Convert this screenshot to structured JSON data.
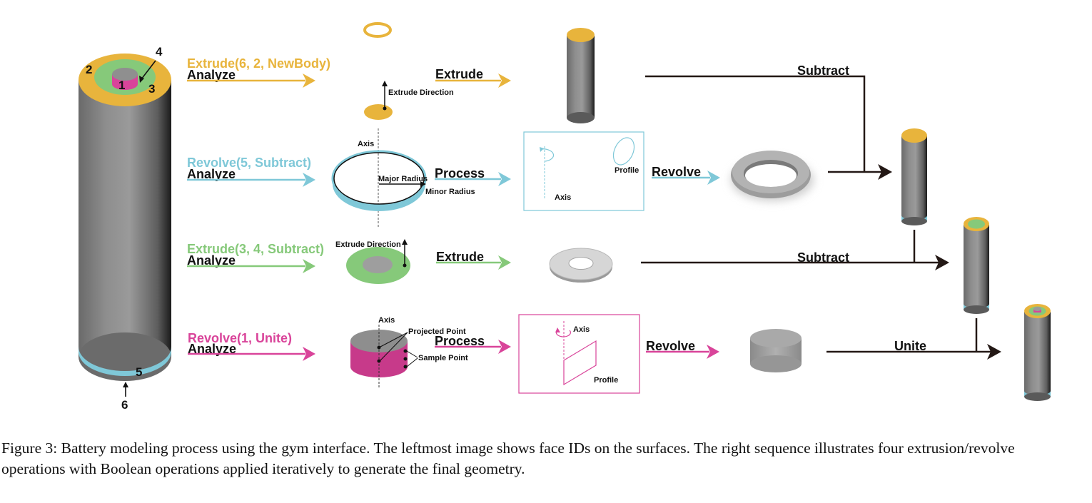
{
  "figure": {
    "face_ids": [
      "1",
      "2",
      "3",
      "4",
      "5",
      "6"
    ],
    "rows": [
      {
        "operation": "Extrude(6, 2, NewBody)",
        "analyze": "Analyze",
        "color": "#E8B43C",
        "detail_label": "Extrude Direction",
        "action": "Extrude",
        "boolean": "Subtract"
      },
      {
        "operation": "Revolve(5, Subtract)",
        "analyze": "Analyze",
        "color": "#7FC8D8",
        "axis_label": "Axis",
        "major_radius_label": "Major Radius",
        "minor_radius_label": "Minor Radius",
        "process_label": "Process",
        "profile_label": "Profile",
        "panel_axis_label": "Axis",
        "action": "Revolve"
      },
      {
        "operation": "Extrude(3, 4, Subtract)",
        "analyze": "Analyze",
        "color": "#86C97A",
        "detail_label": "Extrude Direction",
        "action": "Extrude",
        "boolean": "Subtract"
      },
      {
        "operation": "Revolve(1, Unite)",
        "analyze": "Analyze",
        "color": "#D9449A",
        "axis_label": "Axis",
        "projected_point_label": "Projected Point",
        "sample_point_label": "Sample Point",
        "process_label": "Process",
        "panel_axis_label": "Axis",
        "profile_label": "Profile",
        "action": "Revolve",
        "boolean": "Unite"
      }
    ]
  },
  "caption": {
    "line1": "Figure 3: Battery modeling process using the gym interface. The leftmost image shows face IDs on the surfaces. The right sequence illustrates four extrusion/revolve",
    "line2": "operations with Boolean operations applied iteratively to generate the final geometry."
  },
  "colors": {
    "yellow": "#E8B43C",
    "blue": "#7FC8D8",
    "green": "#86C97A",
    "pink": "#D9449A",
    "gray": "#7A7A7A",
    "dark": "#231815"
  }
}
